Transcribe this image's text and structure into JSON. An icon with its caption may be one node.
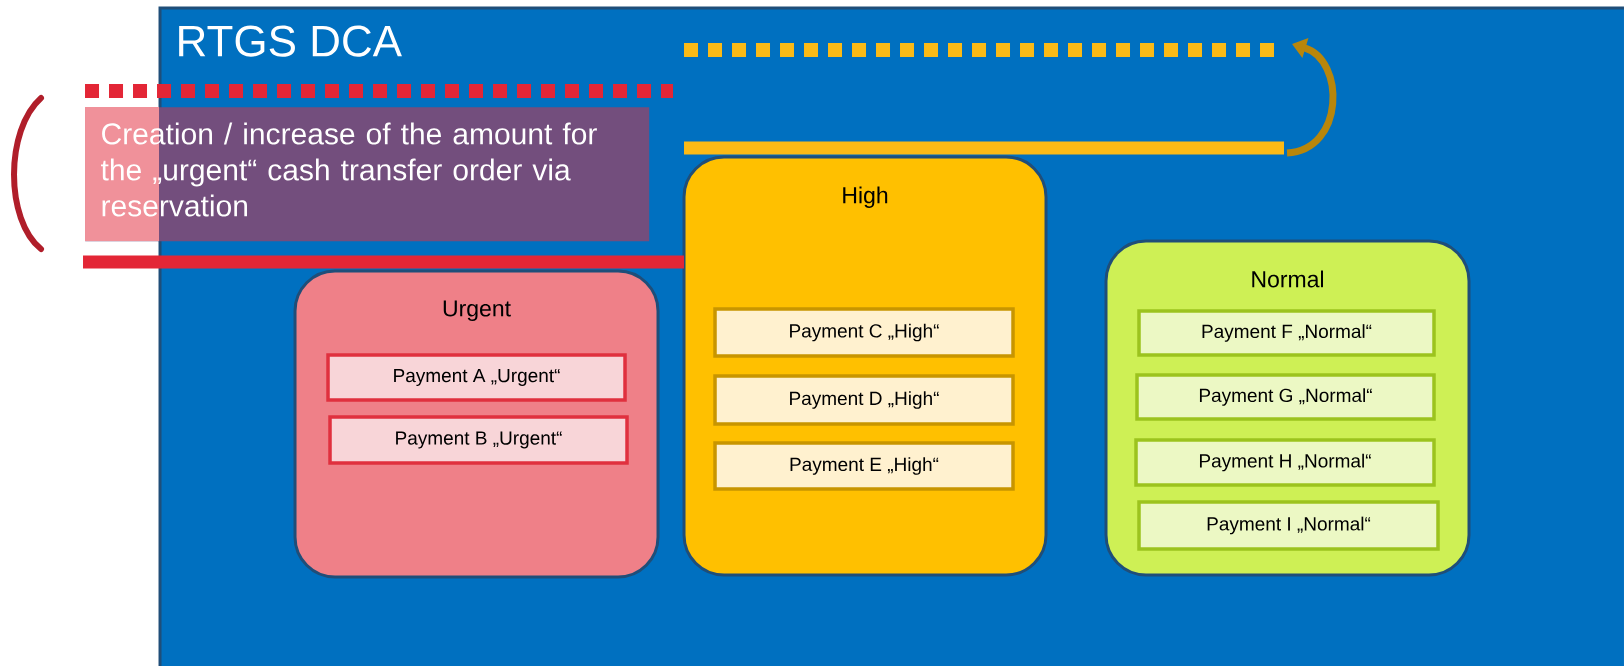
{
  "diagram": {
    "nodes": [
      {
        "text": [
          "RTGS DCA"
        ]
      },
      {
        "text": [
          "Creation / increase of the amount for the „urgent“ cash transfer order via reservation"
        ]
      },
      {
        "text": [
          "Urgent"
        ],
        "in": 0
      },
      {
        "text": [
          "Payment A „Urgent“"
        ],
        "in": 2
      },
      {
        "text": [
          "Payment B „Urgent“"
        ],
        "in": 2
      },
      {
        "text": [
          "High"
        ],
        "in": 0
      },
      {
        "text": [
          "Payment C „High“"
        ],
        "in": 5
      },
      {
        "text": [
          "Payment D „High“"
        ],
        "in": 5
      },
      {
        "text": [
          "Payment E „High“"
        ],
        "in": 5
      },
      {
        "text": [
          "Normal"
        ],
        "in": 0
      },
      {
        "text": [
          "Payment F „Normal“"
        ],
        "in": 9
      },
      {
        "text": [
          "Payment G „Normal“"
        ],
        "in": 9
      },
      {
        "text": [
          "Payment H „Normal“"
        ],
        "in": 9
      },
      {
        "text": [
          "Payment I „Normal“"
        ],
        "in": 9
      }
    ]
  }
}
